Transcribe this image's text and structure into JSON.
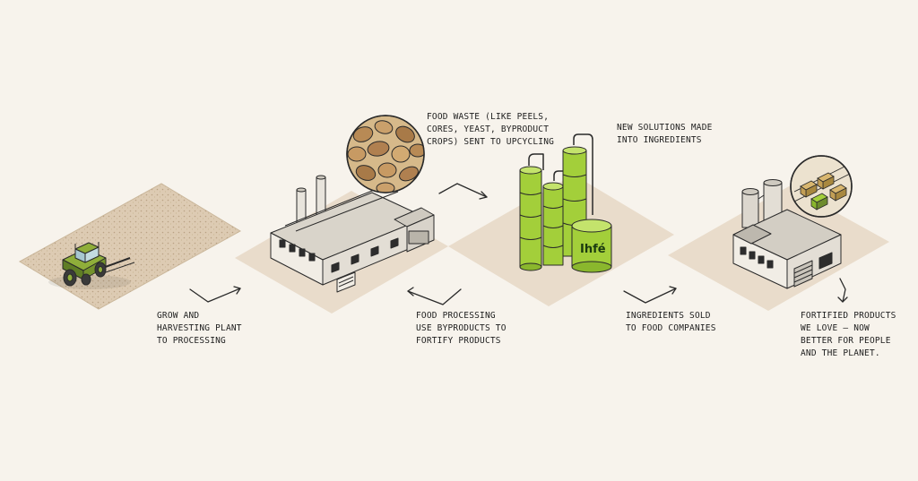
{
  "steps": [
    {
      "id": "grow",
      "lines": [
        "GROW AND",
        "HARVESTING PLANT",
        "TO PROCESSING"
      ]
    },
    {
      "id": "waste",
      "lines": [
        "FOOD WASTE (LIKE PEELS,",
        "CORES, YEAST, BYPRODUCT",
        "CROPS) SENT TO UPCYCLING"
      ]
    },
    {
      "id": "processing",
      "lines": [
        "FOOD PROCESSING",
        "USE BYPRODUCTS TO",
        "FORTIFY PRODUCTS"
      ]
    },
    {
      "id": "solutions",
      "lines": [
        "NEW SOLUTIONS MADE",
        "INTO INGREDIENTS"
      ]
    },
    {
      "id": "sold",
      "lines": [
        "INGREDIENTS SOLD",
        "TO FOOD COMPANIES"
      ]
    },
    {
      "id": "fortified",
      "lines": [
        "FORTIFIED PRODUCTS",
        "WE LOVE — NOW",
        "BETTER FOR PEOPLE",
        "AND THE PLANET."
      ]
    }
  ],
  "tank_brand": "Ihfé",
  "colors": {
    "background": "#f7f3ec",
    "tile": "#e9dccb",
    "field": "#ddcbb3",
    "accent_green": "#a3cf3a",
    "tractor_green": "#6e8c2e",
    "outline": "#2a2a2a",
    "building": "#f1ede5"
  },
  "icons": [
    "tractor-icon",
    "factory-icon",
    "food-waste-icon",
    "tank-tower-icon",
    "ingredient-factory-icon",
    "packaged-products-icon",
    "arrow-icon"
  ]
}
